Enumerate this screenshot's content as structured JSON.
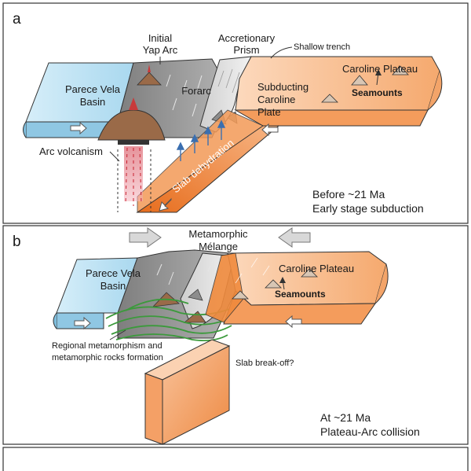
{
  "panel_a": {
    "letter": "a",
    "initial_yap_arc": [
      "Initial",
      "Yap Arc"
    ],
    "accretionary_prism": [
      "Accretionary",
      "Prism"
    ],
    "shallow_trench": "Shallow trench",
    "caroline_plateau": "Caroline Plateau",
    "parece_vela_basin": [
      "Parece Vela",
      "Basin"
    ],
    "forarc": "Forarc",
    "subducting_caroline_plate": [
      "Subducting",
      "Caroline",
      "Plate"
    ],
    "seamounts": "Seamounts",
    "arc_volcanism": "Arc volcanism",
    "slab_dehydration": "Slab dehydration",
    "stage": [
      "Before ~21 Ma",
      "Early stage subduction"
    ]
  },
  "panel_b": {
    "letter": "b",
    "metamorphic_melange": [
      "Metamorphic",
      "Mélange"
    ],
    "parece_vela_basin": [
      "Parece Vela",
      "Basin"
    ],
    "caroline_plateau": "Caroline Plateau",
    "seamounts": "Seamounts",
    "regional_metamorphism": [
      "Regional metamorphism and",
      "metamorphic rocks formation"
    ],
    "slab_break_off": "Slab break-off?",
    "stage": [
      "At ~21 Ma",
      "Plateau-Arc collision"
    ]
  },
  "colors": {
    "basin_blue": "#bfe3f4",
    "forarc_gray": "#8f8f8f",
    "prism_light": "#e4e4e4",
    "plate_orange": "#f7b98c",
    "slab_orange": "#f08a3c",
    "volcano_brown": "#9a6a48",
    "metamorphic_green": "#3b9a3b"
  }
}
